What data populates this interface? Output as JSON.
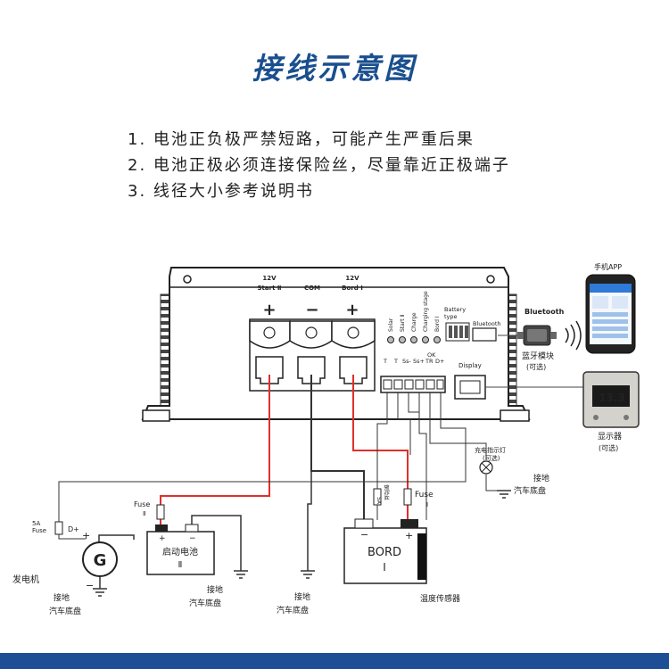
{
  "title": "接线示意图",
  "notes": [
    "1. 电池正负极严禁短路，可能产生严重后果",
    "2. 电池正极必须连接保险丝，尽量靠近正极端子",
    "3. 线径大小参考说明书"
  ],
  "controller": {
    "terminals": [
      {
        "top": "12V",
        "name": "Start Ⅱ",
        "sign": "+"
      },
      {
        "top": "",
        "name": "COM",
        "sign": "−"
      },
      {
        "top": "12V",
        "name": "Bord Ⅰ",
        "sign": "+"
      }
    ],
    "leds": [
      "Solar",
      "Start Ⅱ",
      "Charge",
      "Charging stage",
      "Bord Ⅰ"
    ],
    "battery_type": "Battery type",
    "bluetooth_port": "Bluetooth",
    "display_port": "Display",
    "pins": [
      "T",
      "T",
      "Ss-",
      "Ss+",
      "TR",
      "D+"
    ],
    "ok_label": "OK"
  },
  "bluetooth": {
    "brand": "Bluetooth",
    "module_label": "蓝牙模块",
    "optional": "(可选)"
  },
  "phone": {
    "label": "手机APP"
  },
  "display": {
    "label": "显示器",
    "optional": "(可选)",
    "reading": "13.3"
  },
  "indicator": {
    "label": "充电指示灯",
    "optional": "(可选)"
  },
  "ground_labels": {
    "line1": "接地",
    "line2": "汽车底盘"
  },
  "fuse": {
    "start": {
      "name": "Fuse",
      "sub": "Ⅱ"
    },
    "bord": {
      "name": "Fuse",
      "sub": "Ⅰ"
    },
    "gen": {
      "value": "5A",
      "name": "Fuse"
    },
    "protect": {
      "name": "保险丝",
      "value": "5A"
    }
  },
  "generator": {
    "letter": "G",
    "label": "发电机",
    "dplus": "D+",
    "plus": "+",
    "minus": "−"
  },
  "start_battery": {
    "name": "启动电池",
    "sub": "Ⅱ",
    "plus": "+",
    "minus": "−"
  },
  "bord_battery": {
    "name": "BORD",
    "sub": "Ⅰ",
    "plus": "+",
    "minus": "−"
  },
  "temp_sensor": "温度传感器",
  "colors": {
    "title": "#1a4f8f",
    "red_wire": "#e0302a",
    "wire": "#333333",
    "bar": "#1e4f96"
  }
}
